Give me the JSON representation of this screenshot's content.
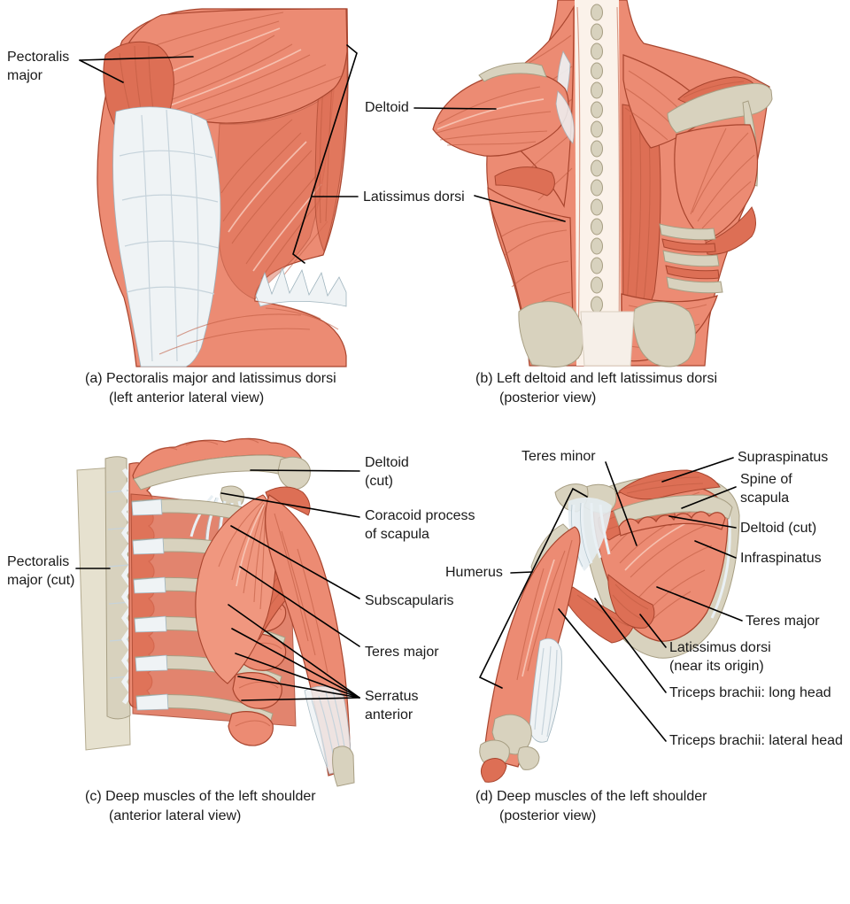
{
  "figure_labels": {
    "pectoralis_major_a": "Pectoralis\nmajor",
    "deltoid_b": "Deltoid",
    "latissimus_dorsi_b": "Latissimus dorsi",
    "pectoralis_major_cut_c": "Pectoralis\nmajor (cut)",
    "deltoid_cut_c": "Deltoid\n(cut)",
    "coracoid_process_c": "Coracoid process\nof scapula",
    "subscapularis_c": "Subscapularis",
    "teres_major_c": "Teres major",
    "serratus_anterior_c": "Serratus\nanterior",
    "teres_minor_d": "Teres minor",
    "humerus_d": "Humerus",
    "supraspinatus_d": "Supraspinatus",
    "spine_of_scapula_d": "Spine of\nscapula",
    "deltoid_cut_d": "Deltoid (cut)",
    "infraspinatus_d": "Infraspinatus",
    "teres_major_d": "Teres major",
    "latissimus_dorsi_origin_d": "Latissimus dorsi\n(near its origin)",
    "triceps_long_d": "Triceps brachii: long head",
    "triceps_lateral_d": "Triceps brachii: lateral head"
  },
  "captions": {
    "a": "(a) Pectoralis major and latissimus dorsi\n(left anterior lateral view)",
    "b": "(b) Left deltoid and left latissimus dorsi\n(posterior view)",
    "c": "(c) Deep muscles of the left shoulder\n(anterior lateral view)",
    "d": "(d) Deep muscles of the left shoulder\n(posterior view)"
  },
  "colors": {
    "muscle": "#EC8B73",
    "muscle_mid": "#F0977F",
    "muscle_dark": "#DD6F55",
    "tendon": "#EFF3F5",
    "bone": "#D8D2BE",
    "bone_edge": "#A79E83",
    "outline": "#A8452E",
    "fiber": "#C05B41",
    "fascia_line": "#9FB4BE",
    "label_text": "#1A1A1A",
    "leader_line": "#000000"
  }
}
